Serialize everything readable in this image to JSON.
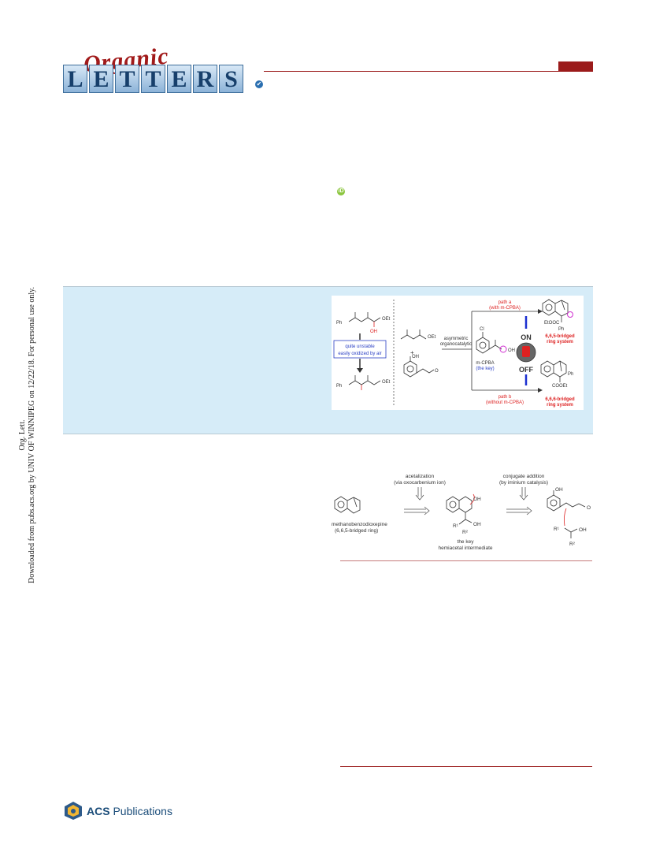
{
  "journal": {
    "logo_top": "Organic",
    "logo_letters": [
      "L",
      "E",
      "T",
      "T",
      "E",
      "R",
      "S"
    ],
    "check_glyph": "✔",
    "accent_color": "#9b1b1b"
  },
  "orcid": {
    "glyph": "iD",
    "color": "#8cc63f"
  },
  "side_notice": {
    "line1": "Org. Lett.",
    "line2": "Downloaded from pubs.acs.org by UNIV OF WINNIPEG on 12/22/18. For personal use only."
  },
  "toc_graphic": {
    "left_top": {
      "ph": "Ph",
      "oet": "OEt",
      "oh": "OH"
    },
    "warning_line1": "quite unstable",
    "warning_line2": "easily oxidized by air",
    "left_bottom": {
      "ph": "Ph",
      "oet": "OEt"
    },
    "middle": {
      "oet": "OEt",
      "plus": "+",
      "oh": "OH",
      "o": "O",
      "cl": "Cl"
    },
    "condition_line1": "asymmetric",
    "condition_line2": "organocatalytic",
    "mcpba_label": "m-CPBA",
    "mcpba_key": "(the key)",
    "oh_label": "OH",
    "switch_on": "ON",
    "switch_off": "OFF",
    "path_a_line1": "path a",
    "path_a_line2": "(with m-CPBA)",
    "path_b_line1": "path b",
    "path_b_line2": "(without m-CPBA)",
    "product_a": {
      "ester": "EtOOC",
      "ph": "Ph",
      "name1": "6,6,5-bridged",
      "name2": "ring system"
    },
    "product_b": {
      "ester": "COOEt",
      "ph": "Ph",
      "name1": "6,6,6-bridged",
      "name2": "ring system"
    }
  },
  "retrosynthesis_scheme": {
    "step1_line1": "acetalization",
    "step1_line2": "(via oxocarbenium ion)",
    "step2_line1": "conjugate addition",
    "step2_line2": "(by iminium catalysis)",
    "target_line1": "methanobenzodioxepine",
    "target_line2": "(6,6,5-bridged ring)",
    "intermediate_r1": "R¹",
    "intermediate_r2": "R²",
    "intermediate_oh": "OH",
    "intermediate_oh2": "OH",
    "intermediate_line1": "the key",
    "intermediate_line2": "hemiacetal intermediate",
    "start_oh": "OH",
    "start_o": "O",
    "start_r1": "R¹",
    "start_r2": "R²",
    "start_oh2": "OH"
  },
  "publisher": {
    "brand": "ACS",
    "name": "Publications"
  }
}
